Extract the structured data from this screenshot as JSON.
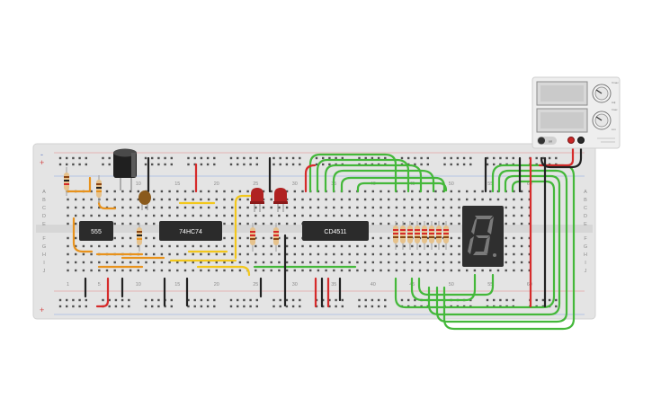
{
  "breadboard": {
    "row_letters_top": [
      "A",
      "B",
      "C",
      "D",
      "E"
    ],
    "row_letters_bottom": [
      "F",
      "G",
      "H",
      "I",
      "J"
    ],
    "column_numbers": [
      "1",
      "5",
      "10",
      "15",
      "20",
      "25",
      "30",
      "35",
      "40",
      "45",
      "50",
      "55",
      "60"
    ],
    "rail_plus": "+",
    "rail_minus": "-"
  },
  "chips": {
    "timer": "555",
    "flipflop": "74HC74",
    "decoder": "CD4511"
  },
  "power_supply": {
    "knob_labels": [
      "Vmax",
      "Adj",
      "Imax",
      "Lim"
    ],
    "power_badge": "on"
  },
  "colors": {
    "board": "#e4e4e4",
    "wire_green": "#44b83a",
    "wire_orange": "#e8921c",
    "wire_yellow": "#f2c71c",
    "wire_red": "#d62b2b",
    "wire_black": "#222222",
    "led_red": "#b02222",
    "chip_body": "#2b2b2b"
  }
}
